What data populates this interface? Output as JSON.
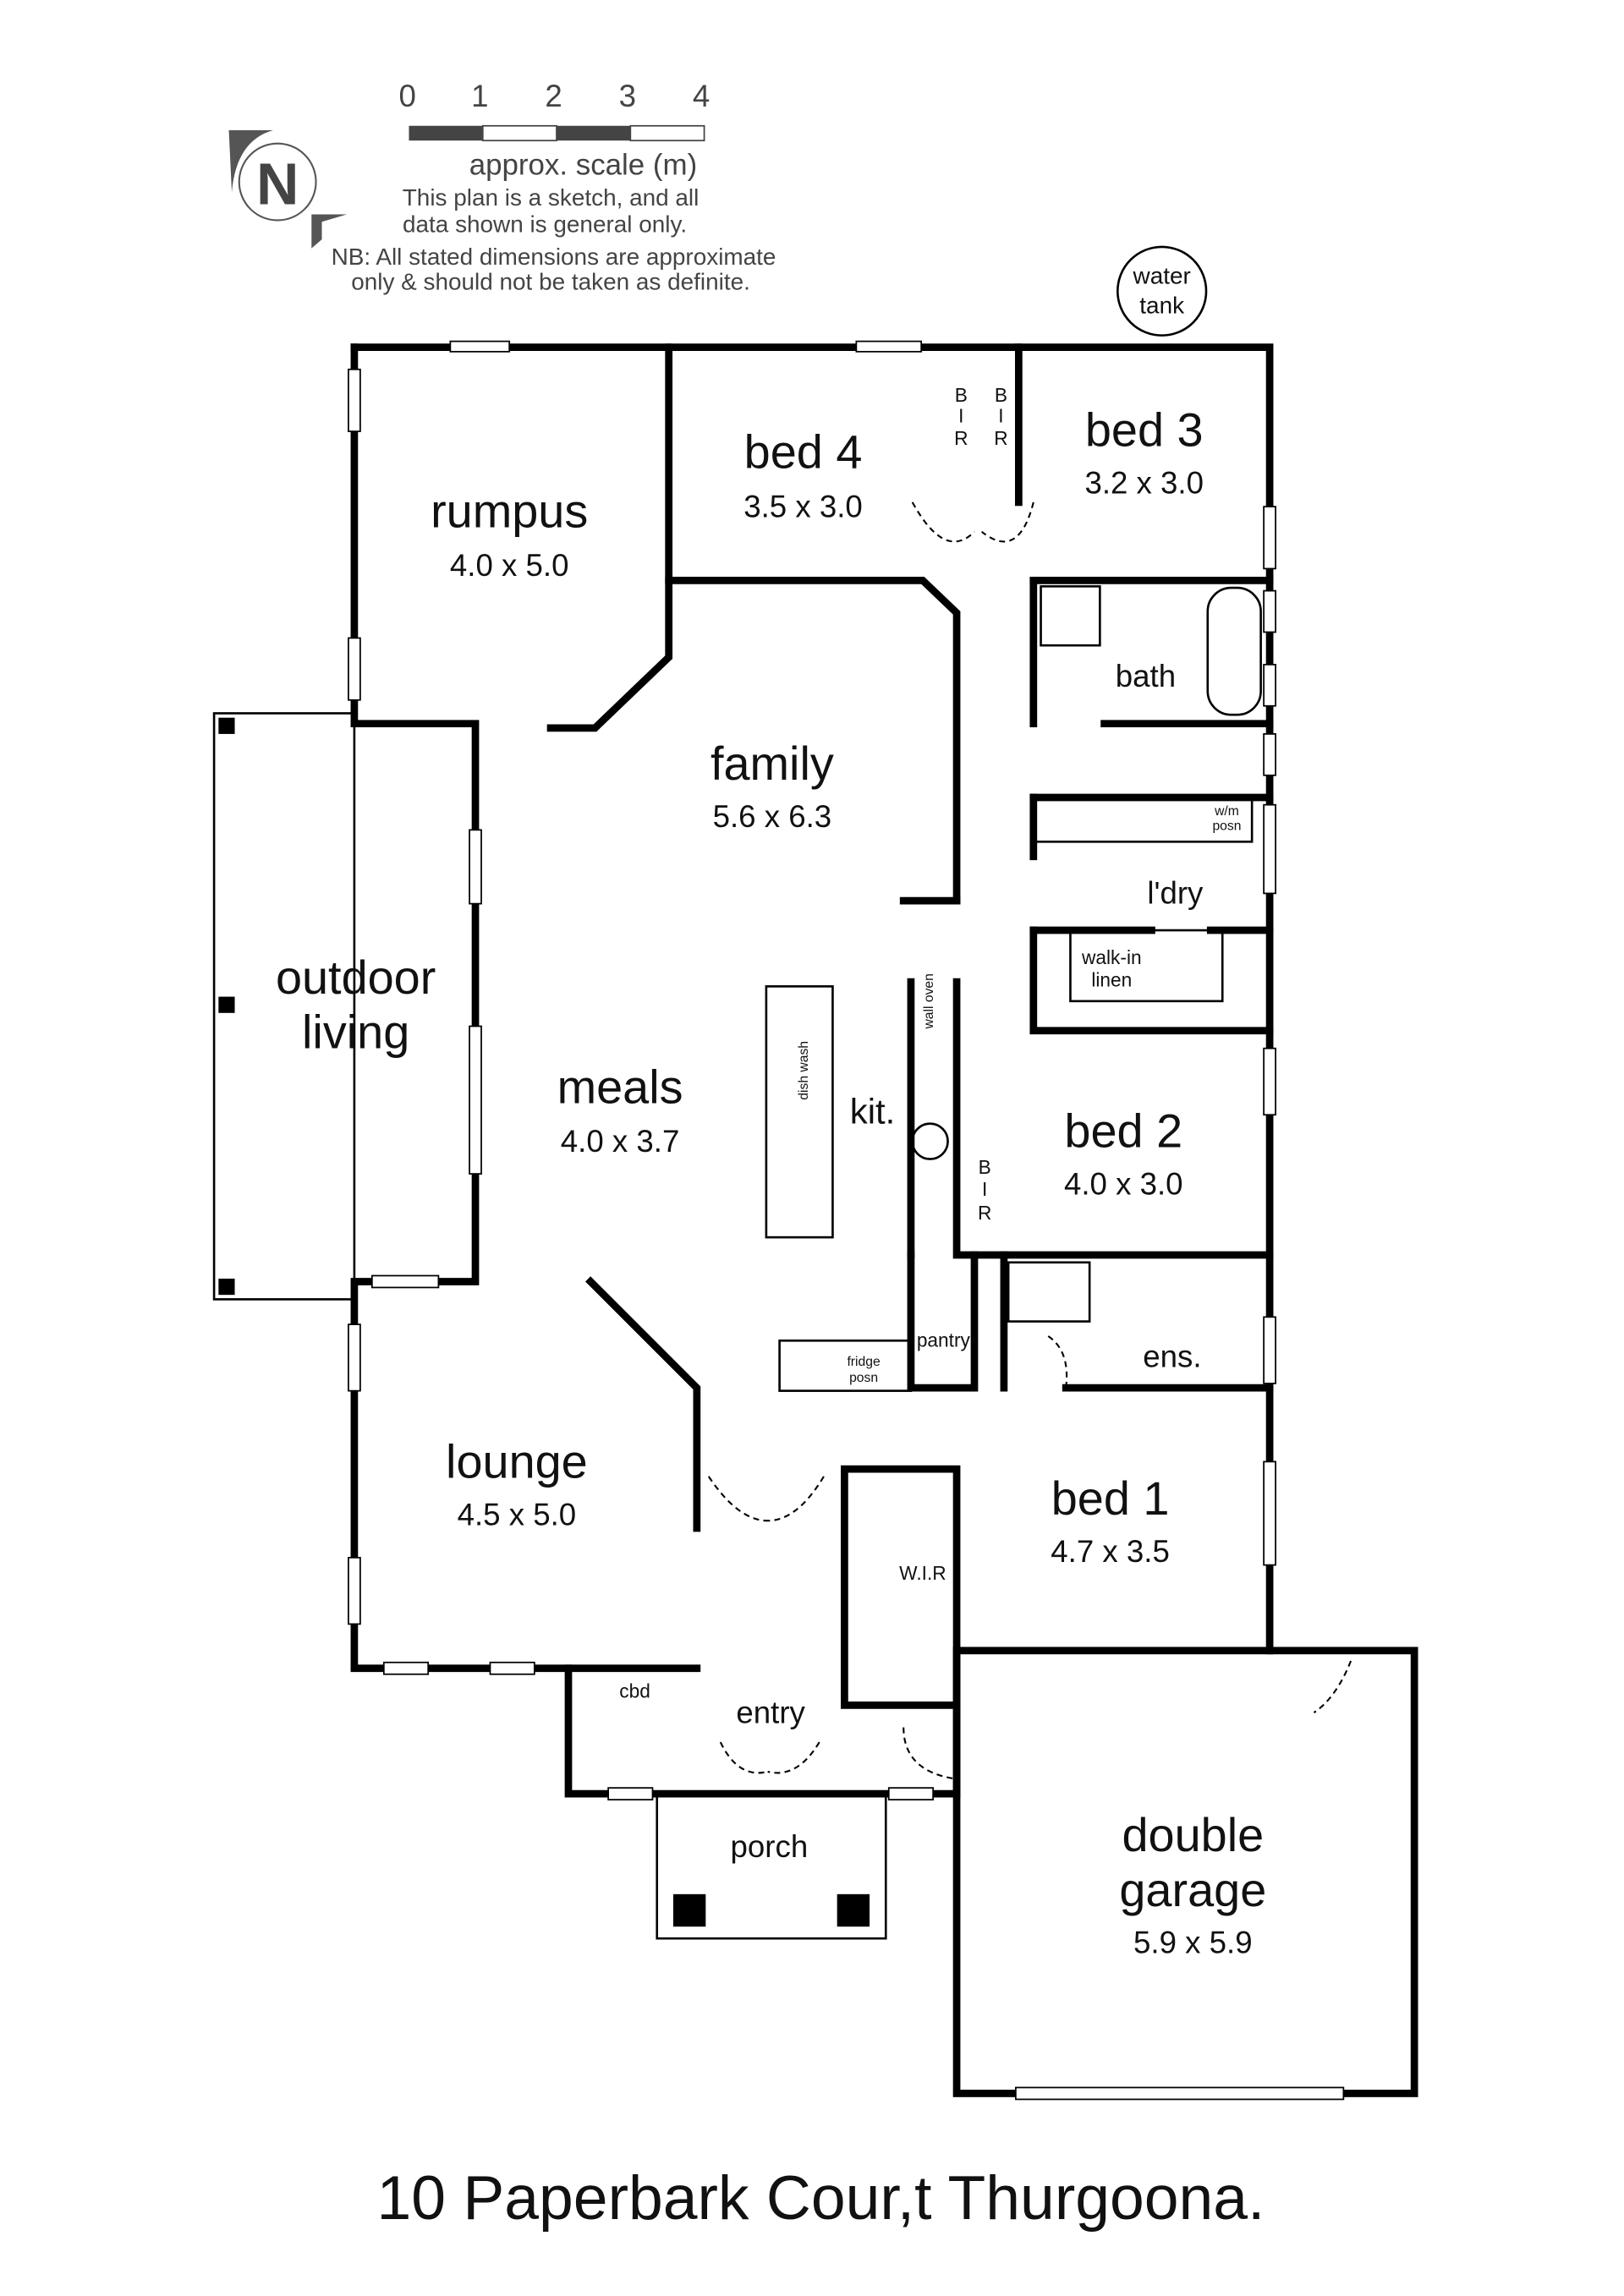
{
  "scale": {
    "ticks": [
      "0",
      "1",
      "2",
      "3",
      "4"
    ],
    "label": "approx. scale (m)"
  },
  "compass": {
    "letter": "N"
  },
  "disclaimer": {
    "line1": "This plan is a sketch, and all",
    "line2": "data shown is general only.",
    "nb1": "NB: All stated dimensions are approximate",
    "nb2": "only & should not be taken as definite."
  },
  "water_tank": {
    "line1": "water",
    "line2": "tank"
  },
  "rooms": {
    "rumpus": {
      "name": "rumpus",
      "dim": "4.0 x 5.0"
    },
    "bed4": {
      "name": "bed 4",
      "dim": "3.5 x 3.0"
    },
    "bed3": {
      "name": "bed 3",
      "dim": "3.2 x 3.0"
    },
    "bath": {
      "name": "bath"
    },
    "family": {
      "name": "family",
      "dim": "5.6 x 6.3"
    },
    "laundry": {
      "name": "l'dry"
    },
    "linen": {
      "line1": "walk-in",
      "line2": "linen"
    },
    "wm": {
      "line1": "w/m",
      "line2": "posn"
    },
    "outdoor": {
      "line1": "outdoor",
      "line2": "living"
    },
    "meals": {
      "name": "meals",
      "dim": "4.0 x 3.7"
    },
    "kitchen": {
      "name": "kit."
    },
    "wall_oven": {
      "name": "wall oven"
    },
    "dishwash": {
      "name": "dish wash"
    },
    "bed2": {
      "name": "bed 2",
      "dim": "4.0 x 3.0"
    },
    "bir": {
      "b": "B",
      "i": "I",
      "r": "R"
    },
    "pantry": {
      "name": "pantry"
    },
    "fridge": {
      "line1": "fridge",
      "line2": "posn"
    },
    "ensuite": {
      "name": "ens."
    },
    "lounge": {
      "name": "lounge",
      "dim": "4.5 x 5.0"
    },
    "bed1": {
      "name": "bed 1",
      "dim": "4.7 x 3.5"
    },
    "wir": {
      "name": "W.I.R"
    },
    "cbd": {
      "name": "cbd"
    },
    "entry": {
      "name": "entry"
    },
    "porch": {
      "name": "porch"
    },
    "garage": {
      "line1": "double",
      "line2": "garage",
      "dim": "5.9 x 5.9"
    }
  },
  "title": "10 Paperbark Cour,t Thurgoona."
}
